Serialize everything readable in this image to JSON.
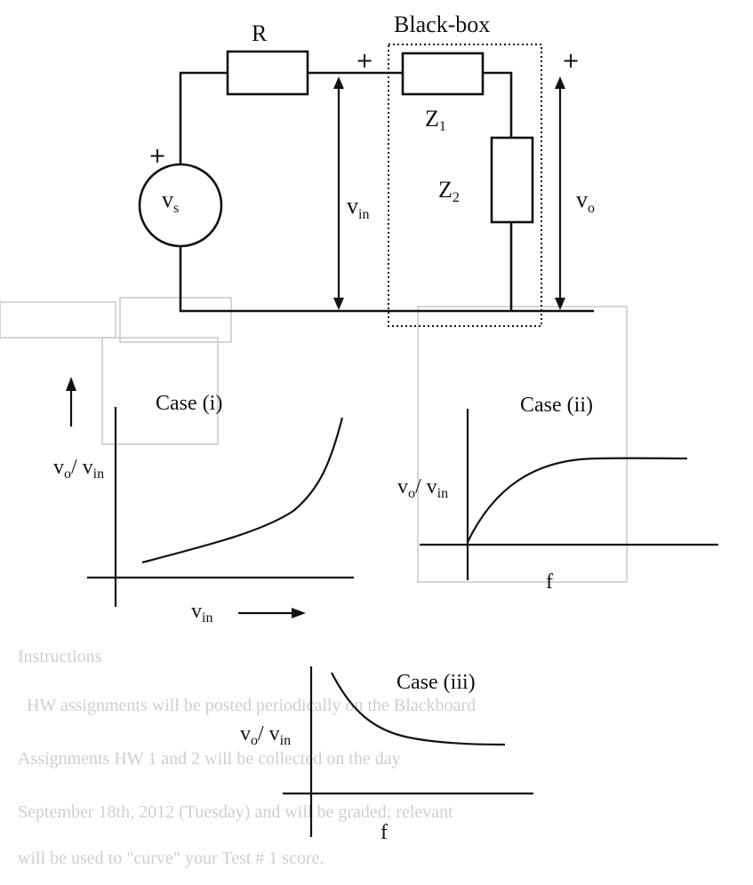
{
  "circuit": {
    "resistor_label": "R",
    "black_box_label": "Black-box",
    "plus_sign": "+",
    "source_label": "v",
    "source_subscript": "s",
    "z1_label": "Z",
    "z1_subscript": "1",
    "z2_label": "Z",
    "z2_subscript": "2",
    "vin_label": "v",
    "vin_subscript": "in",
    "vo_label": "v",
    "vo_subscript": "o"
  },
  "graphs": {
    "case1": {
      "title": "Case (i)",
      "y_label": "v",
      "y_sub1": "o",
      "y_slash": "/ v",
      "y_sub2": "in",
      "x_label": "v",
      "x_sub": "in"
    },
    "case2": {
      "title": "Case (ii)",
      "y_label": "v",
      "y_sub1": "o",
      "y_slash": "/ v",
      "y_sub2": "in",
      "x_label": "f"
    },
    "case3": {
      "title": "Case (iii)",
      "y_label": "v",
      "y_sub1": "o",
      "y_slash": "/ v",
      "y_sub2": "in",
      "x_label": "f"
    }
  },
  "background_text": {
    "line1": "Instructions",
    "line2": "HW assignments will be posted periodically on the Blackboard",
    "line3": "Assignments HW 1 and 2 will be collected on the day",
    "line4": "September 18th, 2012 (Tuesday) and will be graded; relevant",
    "line5": "will be used to \"curve\" your Test # 1 score."
  }
}
